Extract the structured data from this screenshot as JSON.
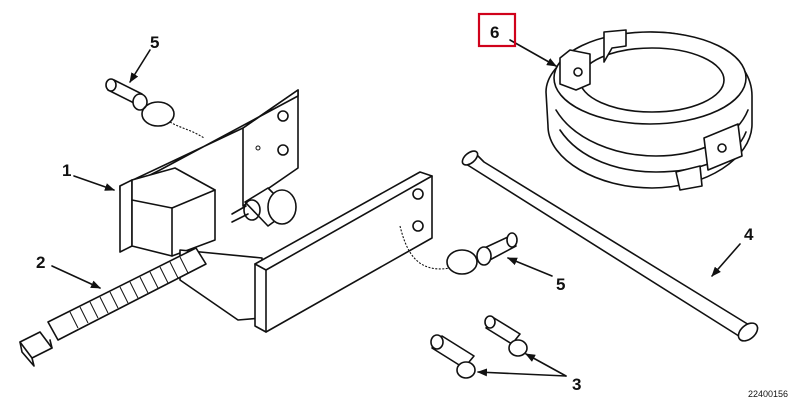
{
  "figure": {
    "callouts": {
      "c1": "1",
      "c2": "2",
      "c3": "3",
      "c4": "4",
      "c5a": "5",
      "c5b": "5",
      "c6": "6"
    },
    "figure_number": "22400156",
    "highlight_color": "#d0021b",
    "line_color": "#111111"
  }
}
